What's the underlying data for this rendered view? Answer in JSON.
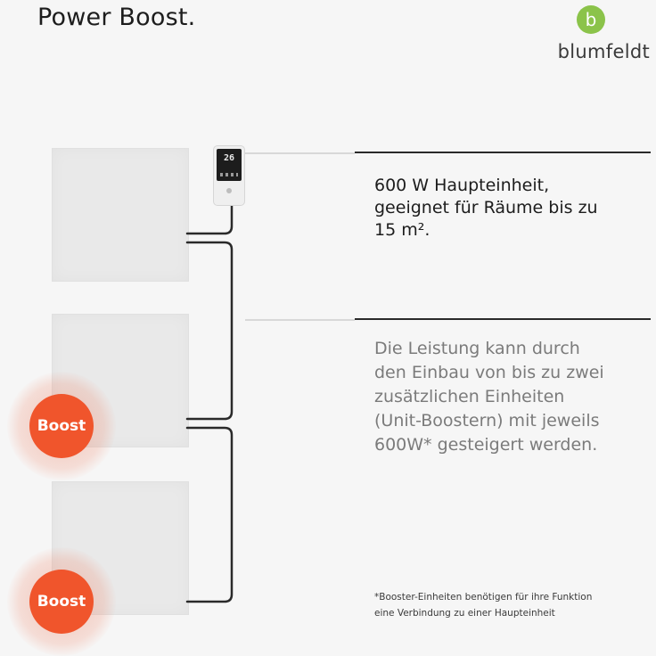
{
  "header": {
    "title": "Power Boost."
  },
  "brand": {
    "name": "blumfeldt",
    "logo_letter": "b",
    "accent_color": "#7cb342"
  },
  "controller": {
    "display": "26"
  },
  "boost": {
    "label": "Boost",
    "color": "#f0552c"
  },
  "info": {
    "main_unit": [
      "600 W Haupteinheit,",
      "geeignet für Räume bis zu",
      "15 m²."
    ],
    "booster": [
      "Die Leistung kann durch",
      "den Einbau von bis zu zwei",
      "zusätzlichen Einheiten",
      "(Unit-Boostern) mit jeweils",
      "600W* gesteigert werden."
    ],
    "footnote": [
      "*Booster-Einheiten benötigen für ihre Funktion",
      "eine Verbindung zu einer Haupteinheit"
    ]
  }
}
